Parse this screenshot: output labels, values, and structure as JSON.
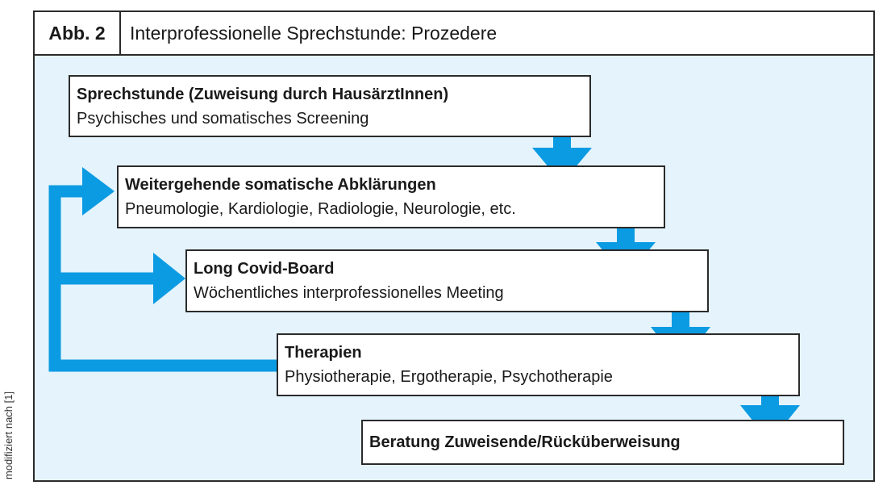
{
  "figure": {
    "label": "Abb. 2",
    "title": "Interprofessionelle Sprechstunde: Prozedere"
  },
  "steps": [
    {
      "title": "Sprechstunde (Zuweisung durch HausärztInnen)",
      "subtitle": "Psychisches und somatisches Screening"
    },
    {
      "title": "Weitergehende somatische Abklärungen",
      "subtitle": "Pneumologie, Kardiologie, Radiologie, Neurologie, etc."
    },
    {
      "title": "Long Covid-Board",
      "subtitle": "Wöchentliches interprofessionelles Meeting"
    },
    {
      "title": "Therapien",
      "subtitle": "Physiotherapie, Ergotherapie, Psychotherapie"
    },
    {
      "title": "Beratung Zuweisende/Rücküberweisung"
    }
  ],
  "credit": "modifiziert nach [1]",
  "colors": {
    "arrow": "#0b9be3",
    "panel_background": "#e4f3fc",
    "border": "#2b2b2b"
  }
}
